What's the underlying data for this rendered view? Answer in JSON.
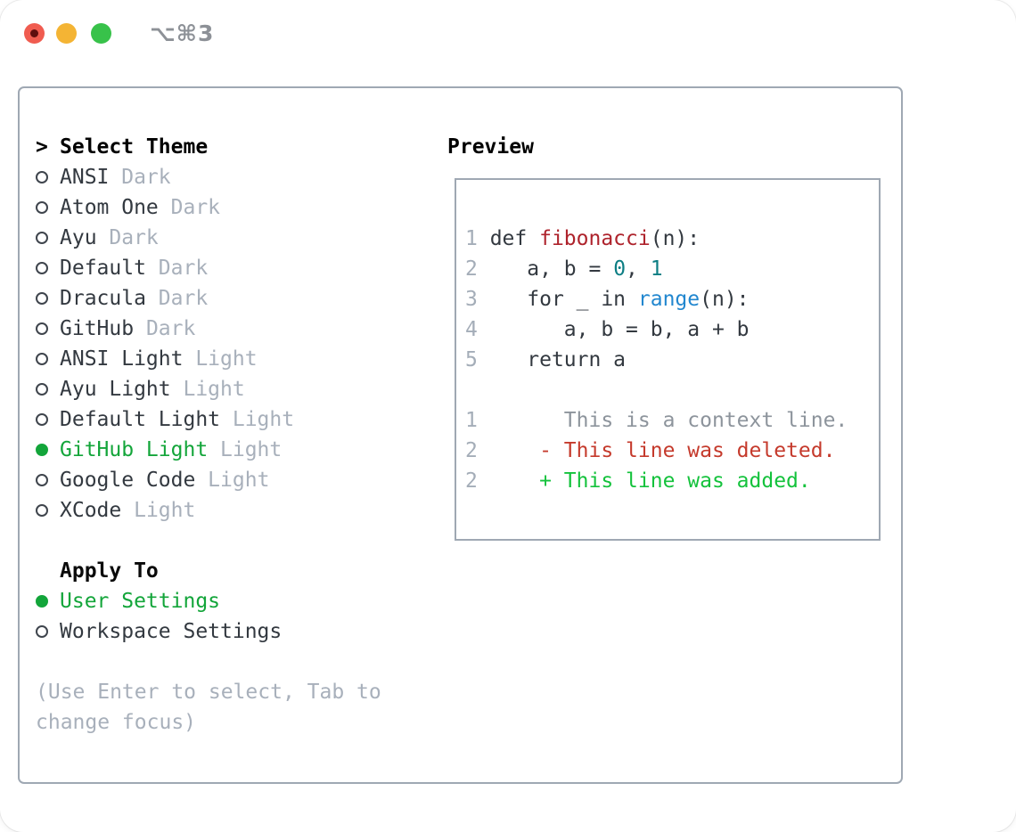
{
  "titlebar": {
    "shortcut": "⌥⌘3"
  },
  "sidebar": {
    "prompt": ">",
    "title": "Select Theme",
    "themes": [
      {
        "name": "ANSI",
        "variant": "Dark",
        "selected": false
      },
      {
        "name": "Atom One",
        "variant": "Dark",
        "selected": false
      },
      {
        "name": "Ayu",
        "variant": "Dark",
        "selected": false
      },
      {
        "name": "Default",
        "variant": "Dark",
        "selected": false
      },
      {
        "name": "Dracula",
        "variant": "Dark",
        "selected": false
      },
      {
        "name": "GitHub",
        "variant": "Dark",
        "selected": false
      },
      {
        "name": "ANSI Light",
        "variant": "Light",
        "selected": false
      },
      {
        "name": "Ayu Light",
        "variant": "Light",
        "selected": false
      },
      {
        "name": "Default Light",
        "variant": "Light",
        "selected": false
      },
      {
        "name": "GitHub Light",
        "variant": "Light",
        "selected": true
      },
      {
        "name": "Google Code",
        "variant": "Light",
        "selected": false
      },
      {
        "name": "XCode",
        "variant": "Light",
        "selected": false
      }
    ],
    "apply_to": {
      "title": "Apply To",
      "options": [
        {
          "label": "User Settings",
          "selected": true
        },
        {
          "label": "Workspace Settings",
          "selected": false
        }
      ]
    },
    "hint": "(Use Enter to select, Tab to change focus)"
  },
  "preview": {
    "title": "Preview",
    "code_lines": [
      {
        "num": "1",
        "segments": [
          {
            "t": "def ",
            "c": "code"
          },
          {
            "t": "fibonacci",
            "c": "func"
          },
          {
            "t": "(n):",
            "c": "code"
          }
        ]
      },
      {
        "num": "2",
        "segments": [
          {
            "t": "   a, b = ",
            "c": "code"
          },
          {
            "t": "0",
            "c": "num"
          },
          {
            "t": ", ",
            "c": "code"
          },
          {
            "t": "1",
            "c": "num"
          }
        ]
      },
      {
        "num": "3",
        "segments": [
          {
            "t": "   for _ in ",
            "c": "code"
          },
          {
            "t": "range",
            "c": "builtin"
          },
          {
            "t": "(n):",
            "c": "code"
          }
        ]
      },
      {
        "num": "4",
        "segments": [
          {
            "t": "      a, b = b, a + b",
            "c": "code"
          }
        ]
      },
      {
        "num": "5",
        "segments": [
          {
            "t": "   return a",
            "c": "code"
          }
        ]
      },
      {
        "num": "",
        "segments": []
      },
      {
        "num": "1",
        "segments": [
          {
            "t": "      This is a context line.",
            "c": "context"
          }
        ]
      },
      {
        "num": "2",
        "segments": [
          {
            "t": "    - This line was deleted.",
            "c": "deleted"
          }
        ]
      },
      {
        "num": "2",
        "segments": [
          {
            "t": "    + This line was added.",
            "c": "added"
          }
        ]
      }
    ]
  },
  "colors": {
    "selected_green": "#13a53a",
    "added_green": "#14c23c",
    "deleted_red": "#c53a2c",
    "func_red": "#ae232c",
    "number_teal": "#0d7e84",
    "builtin_blue": "#2287cf",
    "text_dark": "#333940",
    "muted": "#a8b0bb",
    "gutter": "#a4adb8",
    "context_gray": "#8d949c",
    "border": "#9fa8b3",
    "traffic_red": "#f05c50",
    "traffic_yellow": "#f4b434",
    "traffic_green": "#38c24a"
  }
}
